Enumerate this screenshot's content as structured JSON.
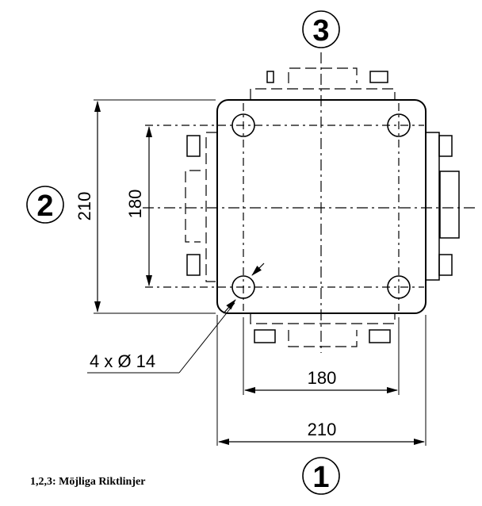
{
  "labels": {
    "guide_1": "1",
    "guide_2": "2",
    "guide_3": "3",
    "dim_outer_vertical": "210",
    "dim_inner_vertical": "180",
    "dim_inner_horizontal": "180",
    "dim_outer_horizontal": "210",
    "hole_callout": "4 x Ø 14"
  },
  "caption": "1,2,3: Möjliga Riktlinjer"
}
